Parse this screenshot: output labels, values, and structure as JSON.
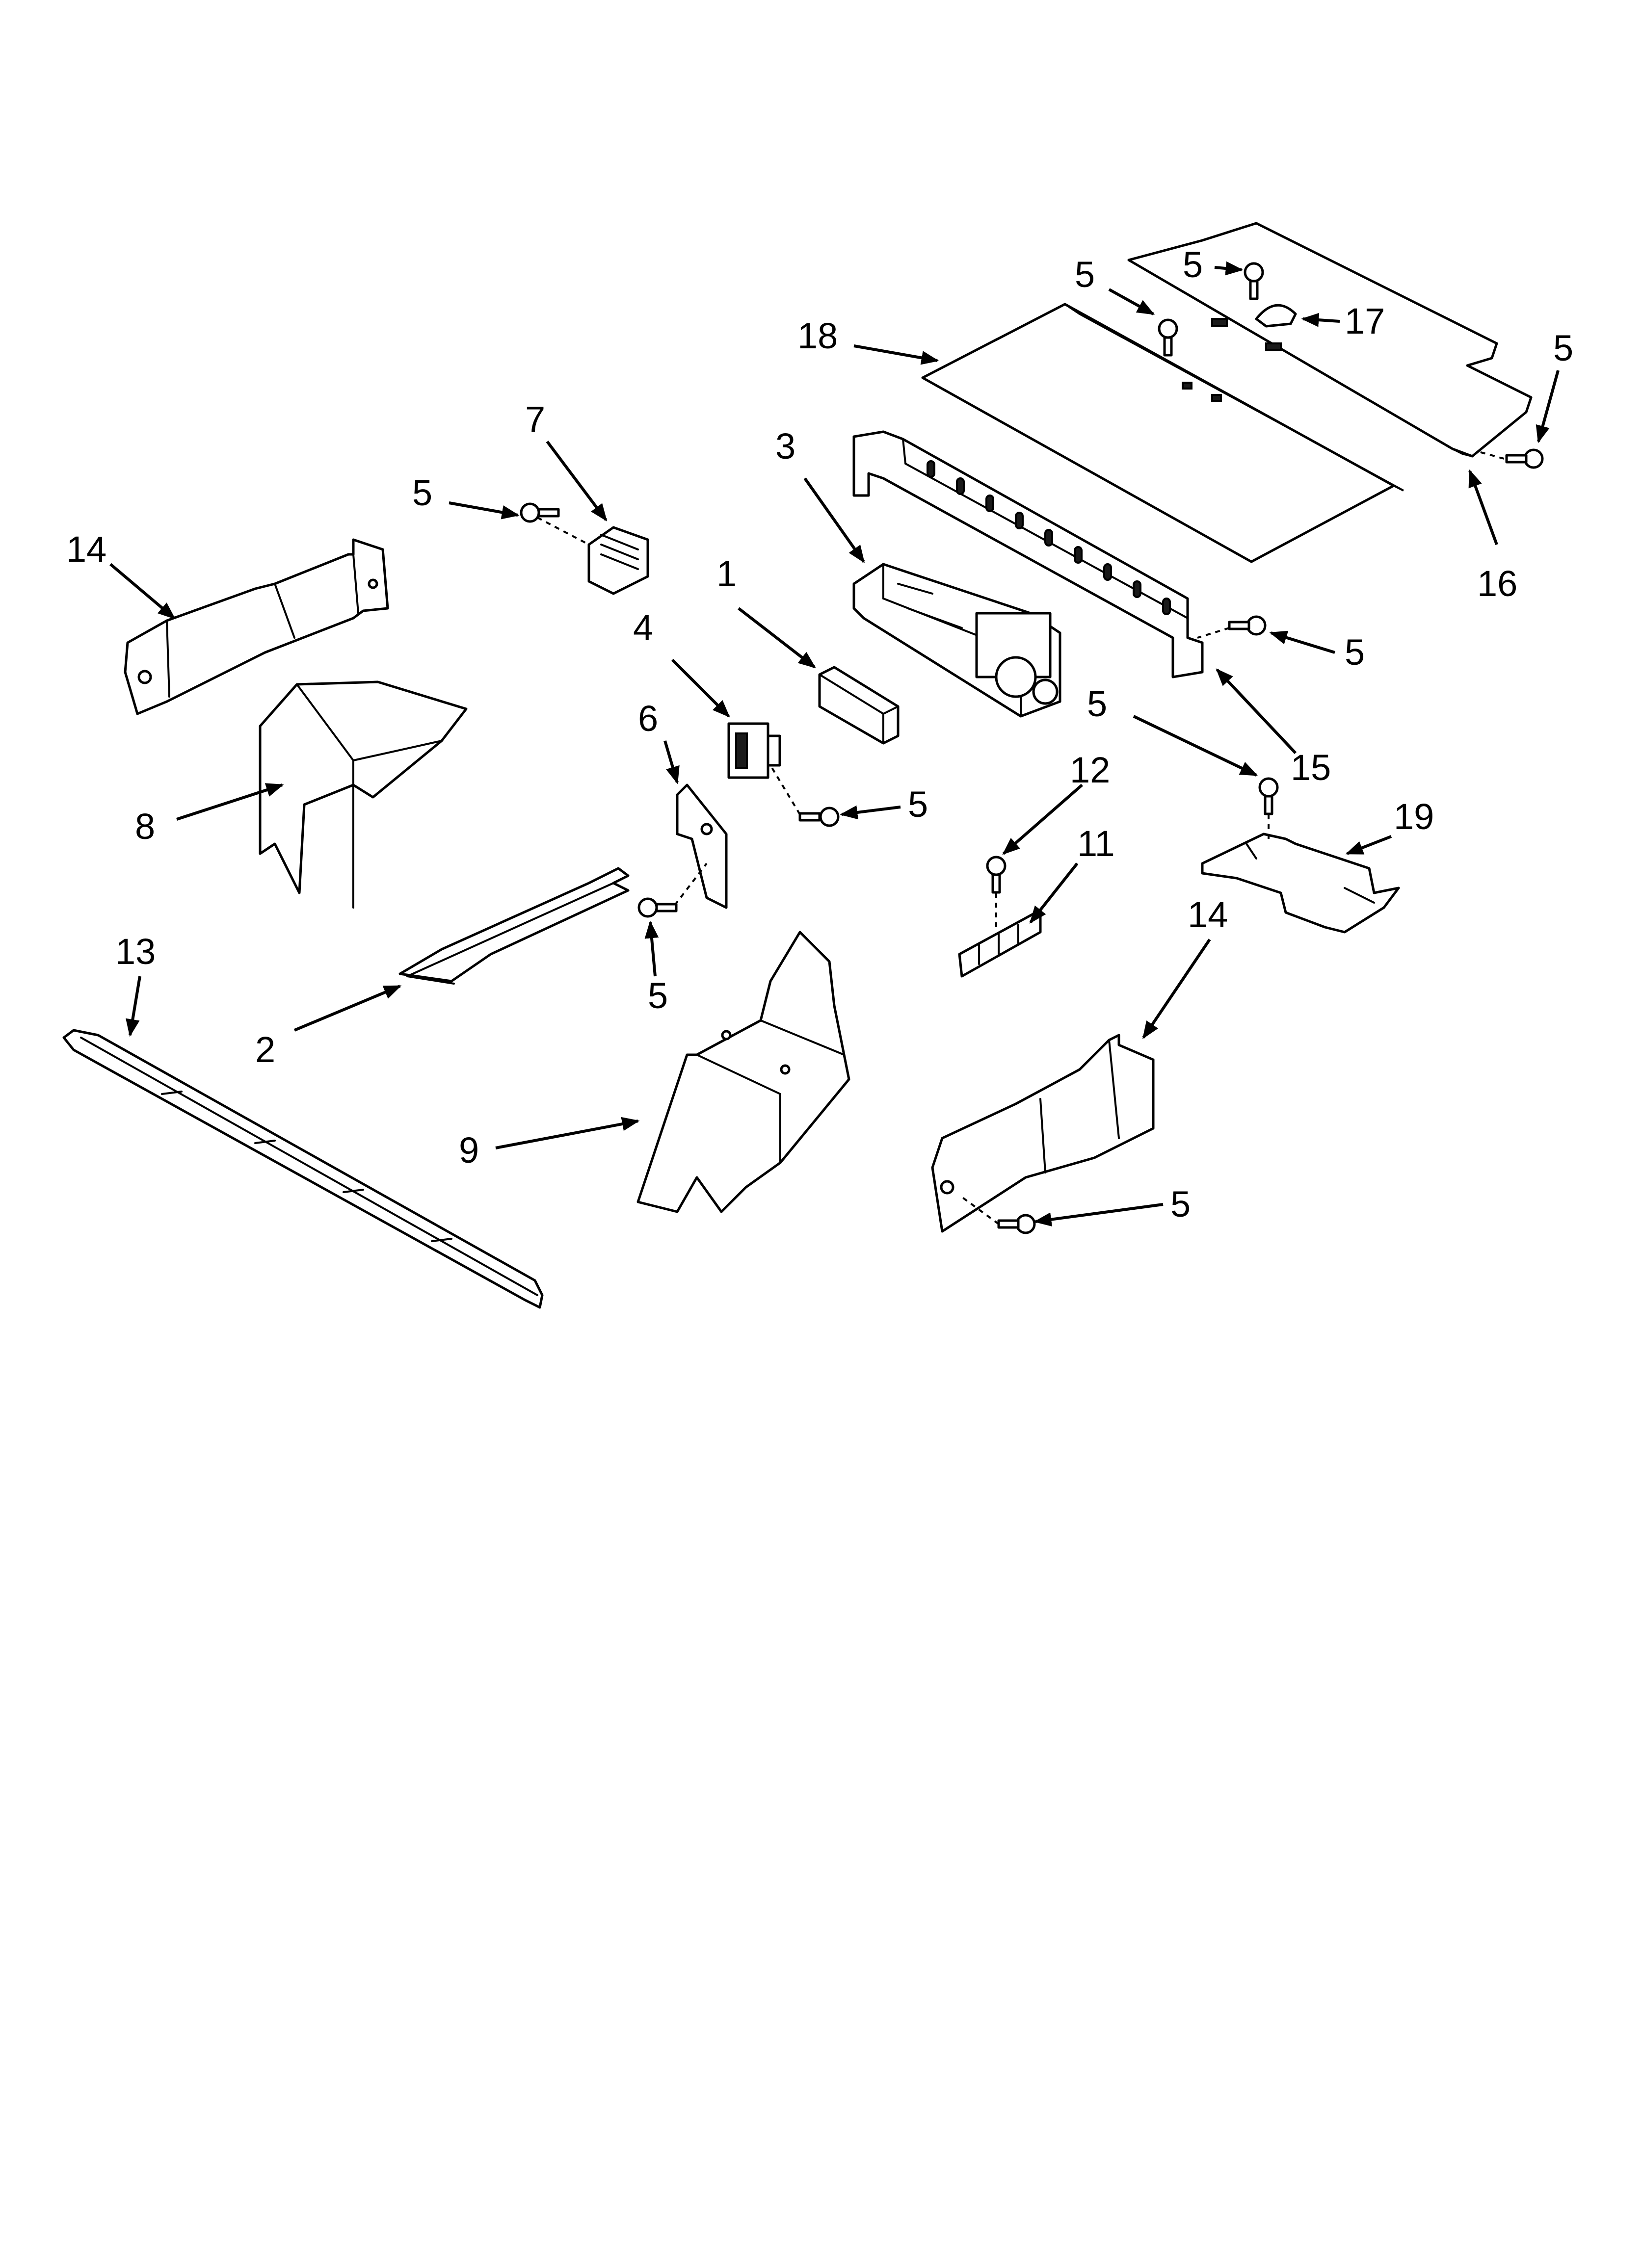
{
  "callouts": {
    "c1": "1",
    "c2": "2",
    "c3": "3",
    "c4": "4",
    "c5": "5",
    "c6": "6",
    "c7": "7",
    "c8": "8",
    "c9": "9",
    "c11": "11",
    "c12": "12",
    "c13": "13",
    "c14": "14",
    "c15": "15",
    "c16": "16",
    "c17": "17",
    "c18": "18",
    "c19": "19"
  }
}
